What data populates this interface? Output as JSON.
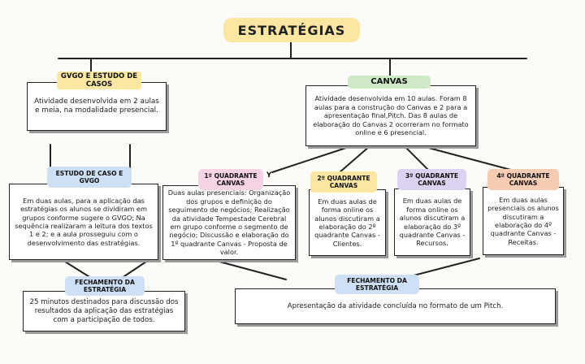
{
  "title": "ESTRATÉGIAS",
  "colors": {
    "title_bg": "#fbe6a2",
    "gvgo_tag": "#fbe6a2",
    "canvas_tag": "#cfe8c6",
    "estudo_tag": "#cde0f5",
    "q1_tag": "#f6d3e2",
    "q2_tag": "#fbe6a2",
    "q3_tag": "#ddd2f2",
    "q4_tag": "#f6cdb2",
    "fech_tag": "#cde0f5"
  },
  "gvgo": {
    "label": "GVGO E ESTUDO DE CASOS",
    "text": "Atividade desenvolvida em 2 aulas e meia, na modalidade presencial."
  },
  "canvas": {
    "label": "CANVAS",
    "text": "Atividade desenvolvida em 10 aulas. Foram 8 aulas para a construção do Canvas e 2 para a apresentação final,Pitch. Das 8 aulas de elaboração do Canvas 2 ocorreram no formato online e 6 presencial."
  },
  "estudo": {
    "label": "ESTUDO DE CASO E GVGO",
    "text": "Em duas aulas, para a aplicação das estratégias os alunos se dividiram em grupos conforme sugere o GVGO; Na sequência realizaram a leitura dos textos 1 e 2; e a aula prosseguiu com o desenvolvimento das estratégias."
  },
  "q1": {
    "label": "1º QUADRANTE CANVAS",
    "suffix": "Y",
    "text": "Duas aulas presenciais: Organização dos grupos e definição do seguimento de negócios; Realização da atividade Tempestade Cerebral em grupo conforme o segmento de negócio; Discussão e elaboração do 1º quadrante Canvas - Proposta de valor."
  },
  "q2": {
    "label": "2º QUADRANTE CANVAS",
    "text": "Em duas aulas de forma online os alunos discutiram a elaboração do 2º quadrante Canvas - Clientes."
  },
  "q3": {
    "label": "3º QUADRANTE CANVAS",
    "text": "Em duas aulas de forma online os alunos discutiram a elaboração do 3º quadrante Canvas - Recursos."
  },
  "q4": {
    "label": "4º QUADRANTE CANVAS",
    "text": "Em duas aulas presenciais os alunos discutiram a elaboração do 4º quadrante Canvas - Receitas."
  },
  "fech_left": {
    "label": "FECHAMENTO DA ESTRATÉGIA",
    "text": "25 minutos destinados para discussão dos resultados da aplicação das estratégias com a participação de todos."
  },
  "fech_right": {
    "label": "FECHAMENTO DA ESTRATÉGIA",
    "text": "Apresentação da atividade concluída no formato de um Pitch."
  }
}
